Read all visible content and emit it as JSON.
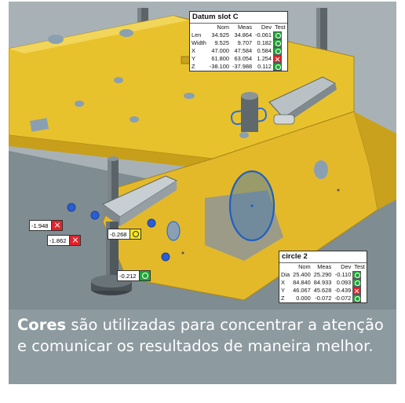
{
  "datum_panel": {
    "title": "Datum slot C",
    "headers": [
      "",
      "Nom",
      "Meas",
      "Dev",
      "Test"
    ],
    "rows": [
      {
        "label": "Len",
        "nom": "34.925",
        "meas": "34.864",
        "dev": "-0.061",
        "test": "pass"
      },
      {
        "label": "Width",
        "nom": "9.525",
        "meas": "9.707",
        "dev": "0.182",
        "test": "pass"
      },
      {
        "label": "X",
        "nom": "47.000",
        "meas": "47.584",
        "dev": "0.584",
        "test": "pass"
      },
      {
        "label": "Y",
        "nom": "61.800",
        "meas": "63.054",
        "dev": "1.254",
        "test": "fail"
      },
      {
        "label": "Z",
        "nom": "-38.100",
        "meas": "-37.988",
        "dev": "0.112",
        "test": "pass"
      }
    ]
  },
  "circle_panel": {
    "title": "circle 2",
    "headers": [
      "",
      "Nom",
      "Meas",
      "Dev",
      "Test"
    ],
    "rows": [
      {
        "label": "Dia",
        "nom": "25.400",
        "meas": "25.290",
        "dev": "-0.110",
        "test": "pass"
      },
      {
        "label": "X",
        "nom": "84.840",
        "meas": "84.933",
        "dev": "0.093",
        "test": "pass"
      },
      {
        "label": "Y",
        "nom": "46.067",
        "meas": "45.628",
        "dev": "-0.439",
        "test": "fail"
      },
      {
        "label": "Z",
        "nom": "0.000",
        "meas": "-0.072",
        "dev": "-0.072",
        "test": "pass"
      }
    ]
  },
  "callouts": [
    {
      "value": "-1.948",
      "status": "fail"
    },
    {
      "value": "-1.862",
      "status": "fail"
    },
    {
      "value": "-0.268",
      "status": "warn"
    },
    {
      "value": "-0.212",
      "status": "pass"
    }
  ],
  "caption": {
    "bold": "Cores",
    "rest": " são utilizadas para concentrar a atenção e comunicar os resultados de maneira melhor."
  },
  "colors": {
    "pass": "#1fa637",
    "fail": "#e0232b",
    "warn": "#f6e61d",
    "part": "#e8c22c",
    "background": "#8d9a9f"
  }
}
